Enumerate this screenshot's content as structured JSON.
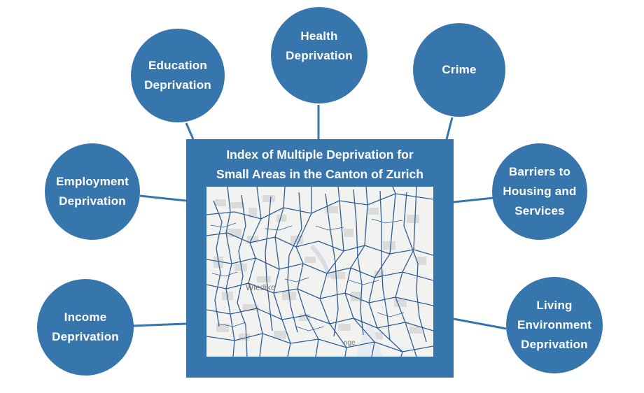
{
  "center": {
    "title_line1": "Index of Multiple Deprivation for",
    "title_line2": "Small Areas in the Canton of Zurich"
  },
  "nodes": [
    {
      "id": "education",
      "line1": "Education",
      "line2": "Deprivation"
    },
    {
      "id": "health",
      "line1": "Health",
      "line2": "Deprivation"
    },
    {
      "id": "crime",
      "line1": "Crime",
      "line2": ""
    },
    {
      "id": "employment",
      "line1": "Employment",
      "line2": "Deprivation"
    },
    {
      "id": "barriers",
      "line1": "Barriers to",
      "line2": "Housing and",
      "line3": "Services"
    },
    {
      "id": "income",
      "line1": "Income",
      "line2": "Deprivation"
    },
    {
      "id": "living",
      "line1": "Living",
      "line2": "Environment",
      "line3": "Deprivation"
    }
  ],
  "map": {
    "label_wiedikon": "Wiediko",
    "label_enge": "nge"
  },
  "colors": {
    "node_fill": "#3776ad",
    "box_fill": "#3776ad",
    "text": "#ffffff",
    "map_background": "#f2f2f0",
    "map_boundaries": "#2f5f95"
  }
}
